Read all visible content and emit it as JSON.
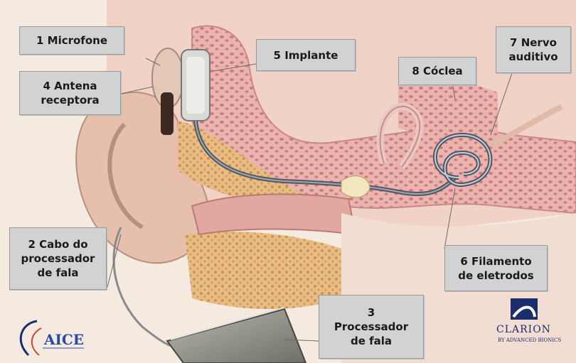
{
  "labels": {
    "microfone": "1 Microfone",
    "antena": "4   Antena\nreceptora",
    "implante": "5 Implante",
    "coclea": "8 Cóclea",
    "nervo": "7 Nervo\nauditivo",
    "cabo": "2 Cabo do\nprocessador\nde fala",
    "filamento": "6 Filamento\nde eletrodos",
    "processador": "3\nProcessador\nde fala"
  },
  "logos": {
    "aice_text": "AICE",
    "clarion_text": "CLARION",
    "clarion_sub": "BY ADVANCED BIONICS"
  },
  "colors": {
    "callout_bg": "#d2d2d2",
    "skin": "#e9c2b4",
    "bone": "#e3a9a6",
    "tissue": "#d9a46a",
    "leader": "#6b6b6b",
    "aice_blue": "#2b4aa8",
    "aice_red": "#d8412f"
  }
}
